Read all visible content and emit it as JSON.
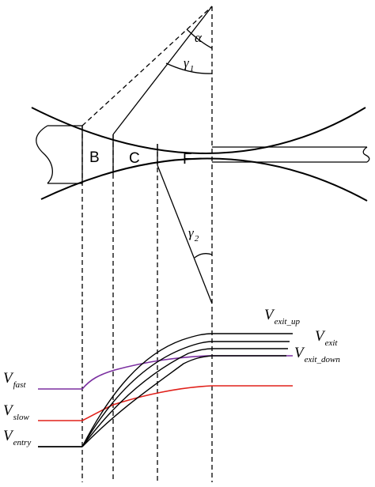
{
  "zones": {
    "b": "B",
    "c": "C",
    "f": "F"
  },
  "angles": {
    "alpha": "α",
    "gamma1": {
      "main": "γ",
      "sub": "1"
    },
    "gamma2": {
      "main": "γ",
      "sub": "2"
    }
  },
  "velocities": {
    "fast": {
      "main": "V",
      "sub": "fast"
    },
    "slow": {
      "main": "V",
      "sub": "slow"
    },
    "entry": {
      "main": "V",
      "sub": "entry"
    },
    "exit_up": {
      "main": "V",
      "sub": "exit_up"
    },
    "exit": {
      "main": "V",
      "sub": "exit"
    },
    "exit_down": {
      "main": "V",
      "sub": "exit_down"
    }
  },
  "colors": {
    "fast_curve": "#7b2fa0",
    "slow_curve": "#e0201a",
    "lines": "#000000"
  }
}
